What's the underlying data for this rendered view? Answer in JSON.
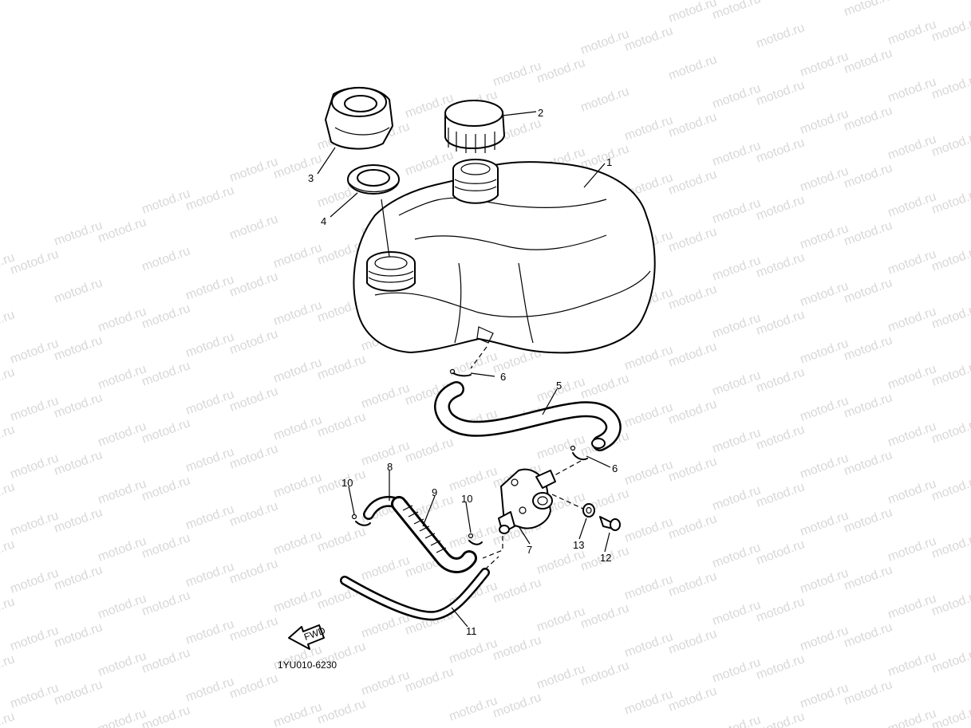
{
  "watermark": "motod.ru",
  "diagram_code": "1YU010-6230",
  "front_badge": "FWD",
  "callouts": [
    "1",
    "2",
    "3",
    "4",
    "5",
    "6",
    "6",
    "7",
    "8",
    "9",
    "10",
    "10",
    "11",
    "12",
    "13"
  ]
}
